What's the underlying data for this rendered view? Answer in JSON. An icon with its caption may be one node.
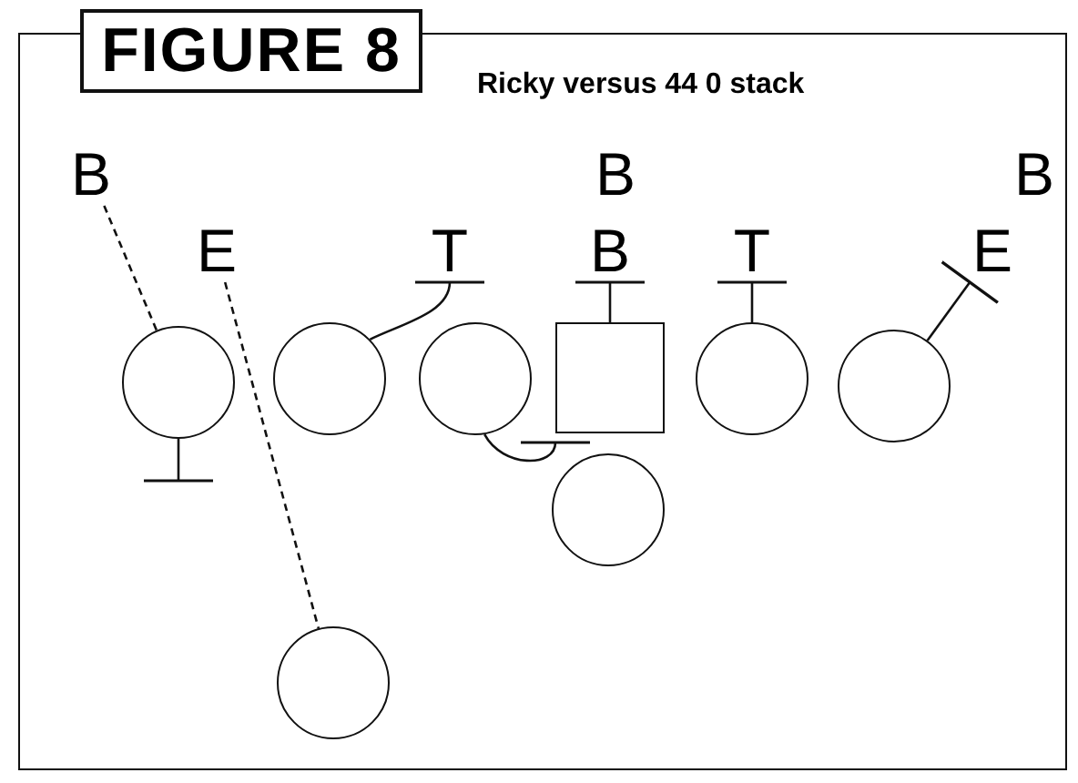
{
  "diagram": {
    "title": "FIGURE 8",
    "nodes": [
      {
        "text": [
          "B"
        ]
      },
      {
        "text": [
          "B"
        ]
      },
      {
        "text": [
          "B"
        ]
      },
      {
        "text": [
          "E"
        ]
      },
      {
        "text": [
          "T"
        ]
      },
      {
        "text": [
          "B"
        ]
      },
      {
        "text": [
          "T"
        ]
      },
      {
        "text": [
          "E"
        ]
      },
      {
        "text": [],
        "shape": "circle"
      },
      {
        "text": [],
        "shape": "circle"
      },
      {
        "text": [],
        "shape": "circle"
      },
      {
        "text": [],
        "shape": "box"
      },
      {
        "text": [],
        "shape": "circle"
      },
      {
        "text": [],
        "shape": "circle"
      },
      {
        "text": [],
        "shape": "circle"
      },
      {
        "text": [],
        "shape": "circle"
      }
    ],
    "edges": [
      {
        "from": 0,
        "to": 8,
        "arrow": "none",
        "style": "dashed"
      },
      {
        "from": 3,
        "to": 15,
        "arrow": "none",
        "style": "dashed"
      },
      {
        "from": 9,
        "to": 4,
        "arrow": "other"
      },
      {
        "from": 11,
        "to": 5,
        "arrow": "other"
      },
      {
        "from": 12,
        "to": 6,
        "arrow": "other"
      },
      {
        "from": 13,
        "to": 7,
        "arrow": "other"
      },
      {
        "from": 8,
        "to": null,
        "arrow": "other"
      },
      {
        "from": 10,
        "to": null,
        "arrow": "other"
      }
    ],
    "labels": [
      "Ricky versus 44 0 stack"
    ]
  }
}
